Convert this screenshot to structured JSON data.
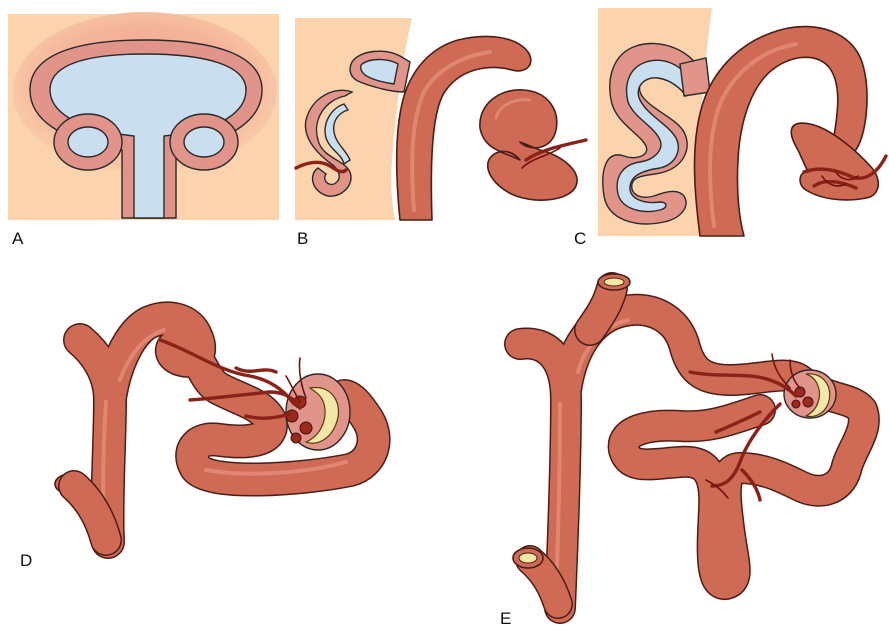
{
  "figure": {
    "panels": [
      {
        "id": "A",
        "label": "A"
      },
      {
        "id": "B",
        "label": "B"
      },
      {
        "id": "C",
        "label": "C"
      },
      {
        "id": "D",
        "label": "D"
      },
      {
        "id": "E",
        "label": "E"
      }
    ]
  },
  "colors": {
    "tubule": "#cf6a55",
    "tubule_outline": "#4a1e16",
    "lumen": "#c9dff0",
    "epithelium_wall": "#e0948a",
    "mesenchyme": "#fbd3ad",
    "capillary": "#8a2218",
    "bowman_capsule": "#f3e7a8"
  }
}
